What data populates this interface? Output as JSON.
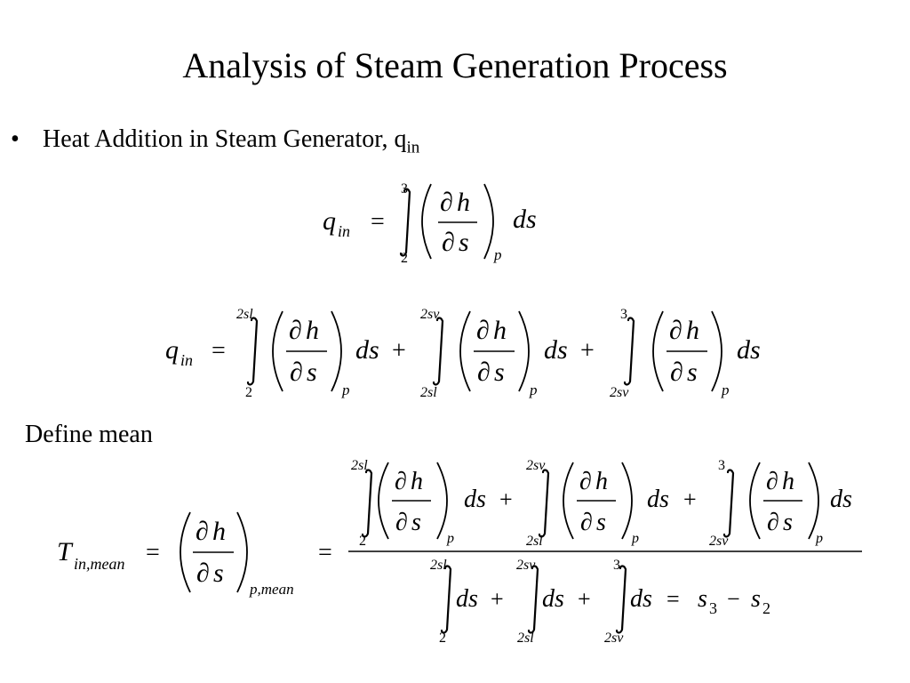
{
  "slide": {
    "title": "Analysis of Steam Generation Process",
    "bullet": {
      "text": "Heat Addition in Steam Generator, q",
      "subscript": "in"
    },
    "define_text": "Define mean"
  },
  "symbols": {
    "q": "q",
    "in": "in",
    "T": "T",
    "in_mean": "in,mean",
    "p": "p",
    "p_mean": "p,mean",
    "ds": "ds",
    "d": "∂",
    "h": "h",
    "s": "s",
    "equals": "=",
    "plus": "+",
    "minus": "−"
  },
  "limits": {
    "l2": "2",
    "l3": "3",
    "l2sl": "2sl",
    "l2sv": "2sv"
  },
  "result": {
    "s": "s",
    "sub3": "3",
    "sub2": "2"
  }
}
